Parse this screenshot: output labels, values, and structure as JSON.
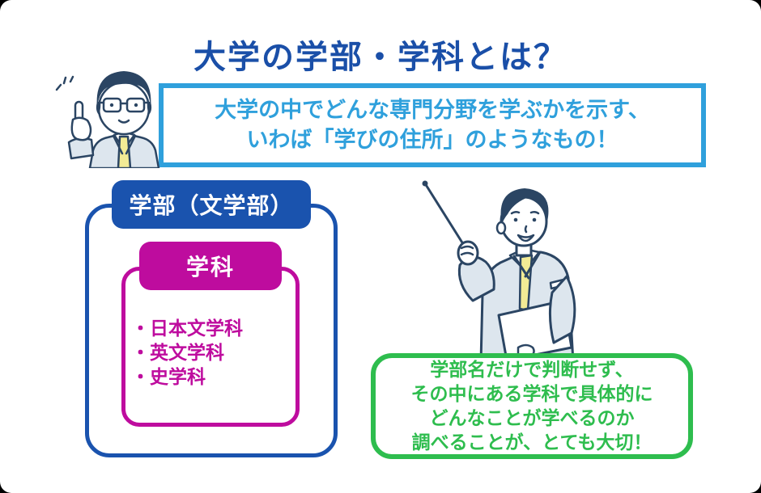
{
  "colors": {
    "title_blue": "#1a4fa8",
    "badge_blue": "#1a53ae",
    "light_blue": "#2fa0dc",
    "magenta": "#be0c9e",
    "green": "#2ebd4e",
    "outline_navy": "#2b4563",
    "suit": "#dde6ee",
    "tie": "#f2eb95"
  },
  "header": {
    "title": "大学の学部・学科とは？"
  },
  "definition_callout": {
    "lines": [
      "大学の中でどんな専門分野を学ぶかを示す、",
      "いわば「学びの住所」のようなもの！"
    ]
  },
  "faculty_box": {
    "badge": "学部（文学部）"
  },
  "department_box": {
    "badge": "学科",
    "items": [
      "・日本文学科",
      "・英文学科",
      "・史学科"
    ]
  },
  "advice_callout": {
    "lines": [
      "学部名だけで判断せず、",
      "その中にある学科で具体的に",
      "どんなことが学べるのか",
      "調べることが、とても大切！"
    ]
  },
  "illustrations": {
    "left": "man-with-glasses-pointing-up",
    "right": "man-holding-pointer-stick-and-board"
  }
}
